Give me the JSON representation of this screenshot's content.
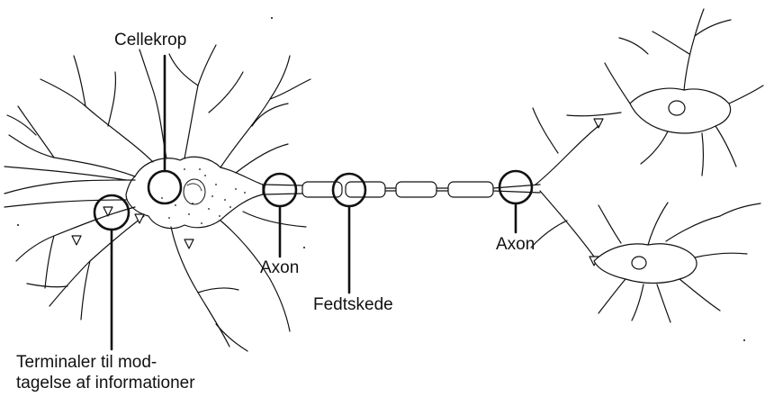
{
  "labels": {
    "cell_body": "Cellekrop",
    "axon_left": "Axon",
    "myelin": "Fedtskede",
    "axon_right": "Axon",
    "terminals_line1": "Terminaler til mod-",
    "terminals_line2": "tagelse af informationer"
  },
  "colors": {
    "ink": "#111111",
    "background": "#ffffff"
  }
}
